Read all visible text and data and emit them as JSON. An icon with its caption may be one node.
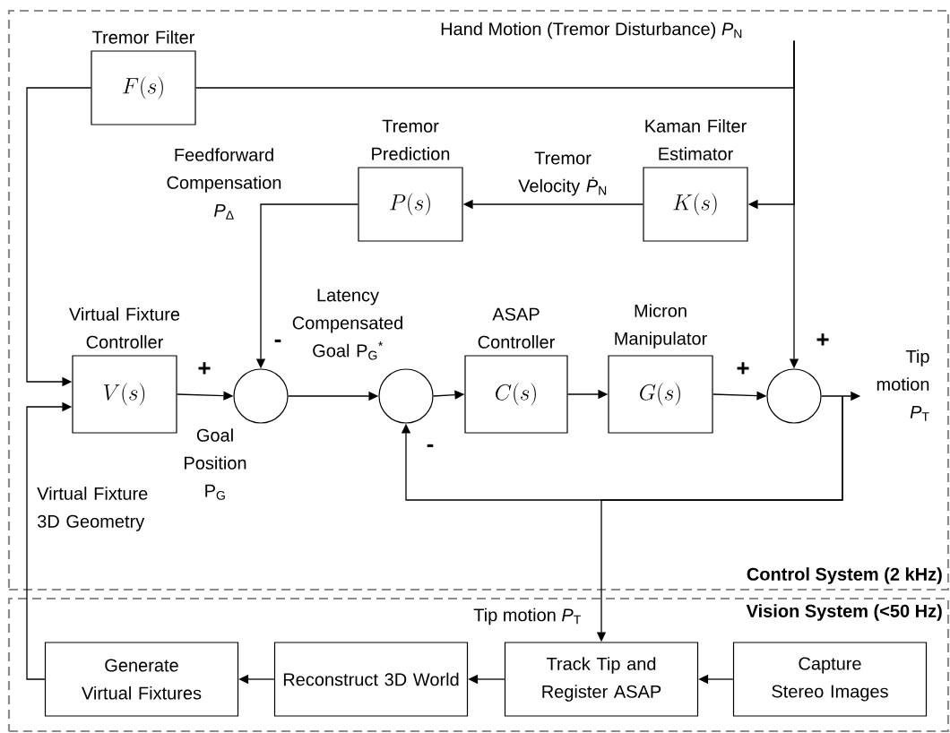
{
  "diagram": {
    "nodes": [
      {
        "text": [
          "Control System (2 kHz)"
        ]
      },
      {
        "text": [
          "Hand Motion (Tremor Disturbance) *P*$_{N}$"
        ],
        "in": 0
      },
      {
        "text": [
          "Tremor Filter",
          "F(s)"
        ],
        "in": 0
      },
      {
        "text": [
          "Tremor Prediction",
          "P(s)"
        ],
        "in": 0
      },
      {
        "text": [
          "Kaman Filter Estimator",
          "K(s)"
        ],
        "in": 0
      },
      {
        "text": [
          "Virtual Fixture Controller",
          "V(s)"
        ],
        "in": 0
      },
      {
        "text": [],
        "shape": "circle",
        "in": 0
      },
      {
        "text": [],
        "shape": "circle",
        "in": 0
      },
      {
        "text": [
          "ASAP Controller",
          "C(s)"
        ],
        "in": 0
      },
      {
        "text": [
          "Micron Manipulator",
          "G(s)"
        ],
        "in": 0
      },
      {
        "text": [],
        "shape": "circle",
        "in": 0
      },
      {
        "text": [
          "Tip motion *P*$_{T}$"
        ],
        "in": 0
      },
      {
        "text": [
          "Vision System (<50 Hz)"
        ]
      },
      {
        "text": [
          "Generate Virtual Fixtures"
        ],
        "in": 12
      },
      {
        "text": [
          "Reconstruct 3D World"
        ],
        "in": 12
      },
      {
        "text": [
          "Track Tip and Register ASAP"
        ],
        "in": 12
      },
      {
        "text": [
          "Capture Stereo Images"
        ],
        "in": 12
      }
    ],
    "edges": [
      {
        "from": 1,
        "to": 10,
        "arrow": "to"
      },
      {
        "from": 1,
        "to": 2,
        "arrow": "none"
      },
      {
        "from": 1,
        "to": 4,
        "arrow": "to"
      },
      {
        "from": 4,
        "to": 3,
        "arrow": "to"
      },
      {
        "from": 3,
        "to": 6,
        "arrow": "to"
      },
      {
        "from": 2,
        "to": 5,
        "arrow": "to"
      },
      {
        "from": 5,
        "to": 6,
        "arrow": "to"
      },
      {
        "from": 6,
        "to": 7,
        "arrow": "to"
      },
      {
        "from": 7,
        "to": 8,
        "arrow": "to"
      },
      {
        "from": 8,
        "to": 9,
        "arrow": "to"
      },
      {
        "from": 9,
        "to": 10,
        "arrow": "to"
      },
      {
        "from": 10,
        "to": 11,
        "arrow": "to"
      },
      {
        "from": 10,
        "to": 7,
        "arrow": "to"
      },
      {
        "from": 10,
        "to": 15,
        "arrow": "to"
      },
      {
        "from": 16,
        "to": 15,
        "arrow": "to"
      },
      {
        "from": 15,
        "to": 14,
        "arrow": "to"
      },
      {
        "from": 14,
        "to": 13,
        "arrow": "to"
      },
      {
        "from": 13,
        "to": 5,
        "arrow": "to"
      }
    ],
    "labels": [
      "Feedforward Compensation *P*$_{Δ}$",
      "Tremor Velocity *Ṗ*$_{N}$",
      "Latency Compensated Goal P$_{G}$$^{*}$",
      "-",
      "+",
      "+",
      "+",
      "Goal Position P$_{G}$",
      "-",
      "Virtual Fixture 3D Geometry",
      "Tip motion *P*$_{T}$"
    ]
  }
}
